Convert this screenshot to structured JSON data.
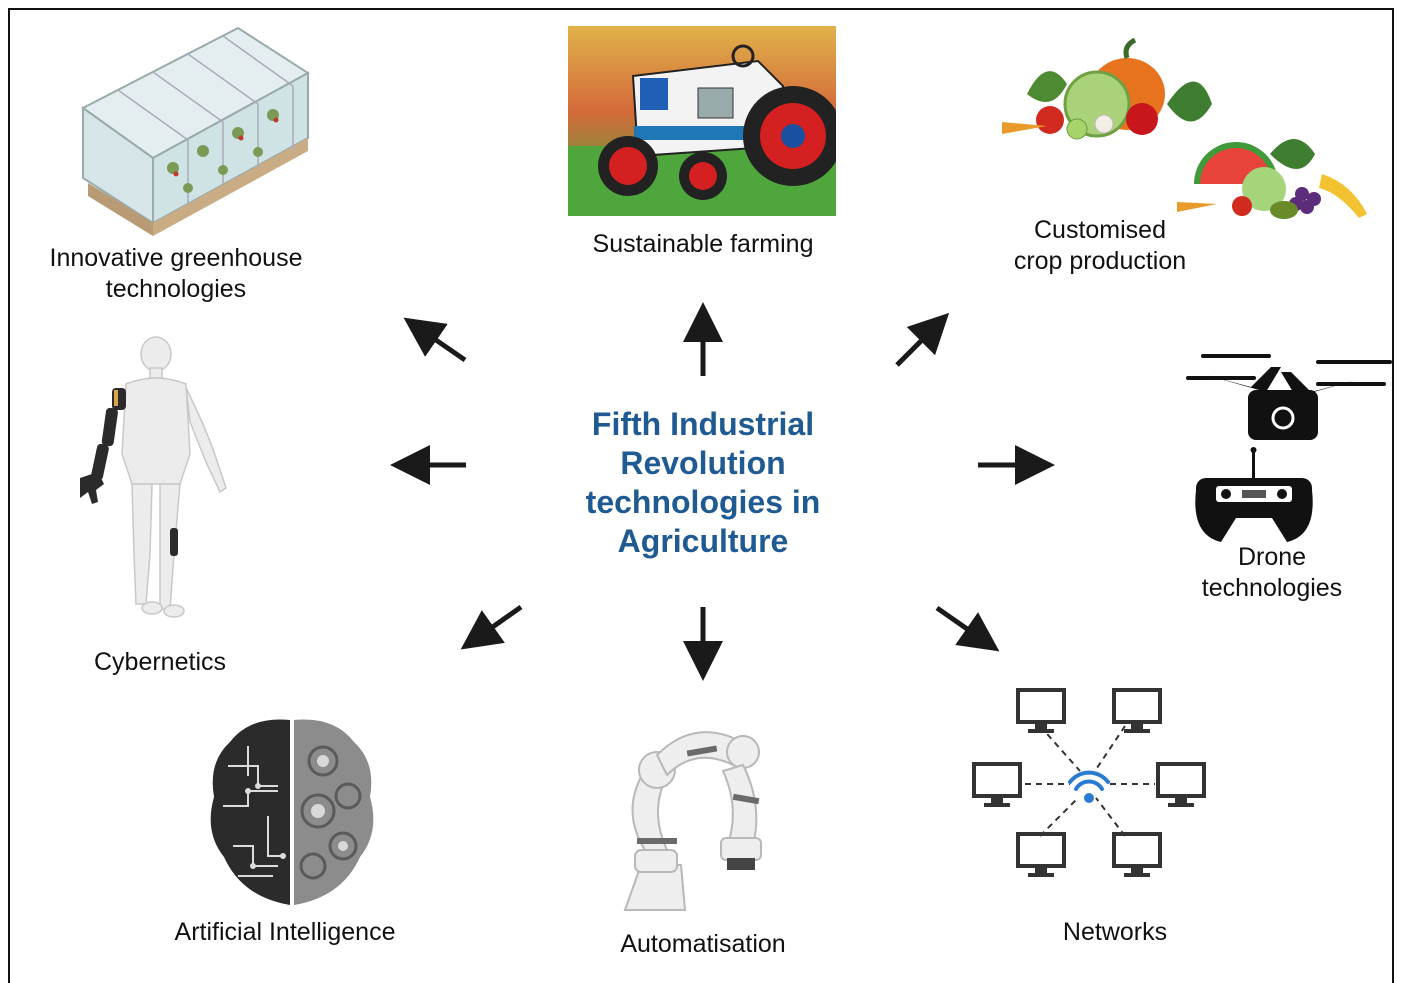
{
  "center": {
    "lines": [
      "Fifth Industrial",
      "Revolution",
      "technologies in",
      "Agriculture"
    ],
    "color": "#1f5a93"
  },
  "nodes": {
    "greenhouse": {
      "lines": [
        "Innovative greenhouse",
        "technologies"
      ],
      "icon": "greenhouse-icon"
    },
    "sustainable": {
      "lines": [
        "Sustainable farming"
      ],
      "icon": "tractor-icon"
    },
    "crop": {
      "lines": [
        "Customised",
        "crop production"
      ],
      "icon": "vegetables-icon"
    },
    "drone": {
      "lines": [
        "Drone",
        "technologies"
      ],
      "icon": "drone-icon"
    },
    "cybernetics": {
      "lines": [
        "Cybernetics"
      ],
      "icon": "prosthetic-body-icon"
    },
    "ai": {
      "lines": [
        "Artificial Intelligence"
      ],
      "icon": "brain-icon"
    },
    "automation": {
      "lines": [
        "Automatisation"
      ],
      "icon": "robot-arm-icon"
    },
    "networks": {
      "lines": [
        "Networks"
      ],
      "icon": "computer-network-icon"
    }
  },
  "colors": {
    "arrow": "#1a1a1a",
    "wifi": "#2a7bd1",
    "frame": "#111111"
  }
}
